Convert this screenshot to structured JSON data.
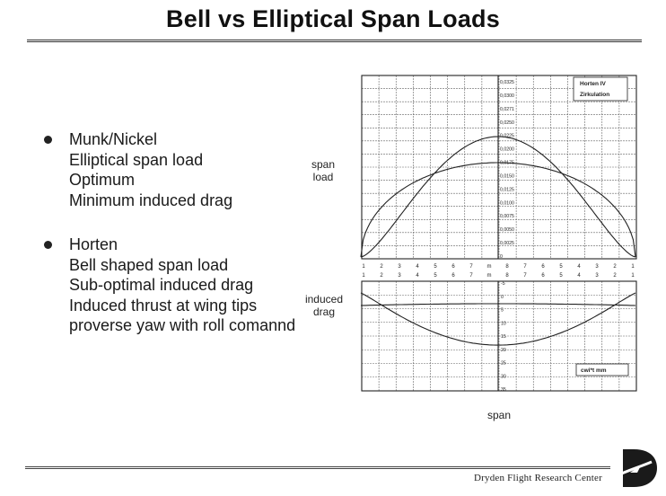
{
  "title": "Bell vs Elliptical Span Loads",
  "bullets": [
    {
      "lines": [
        "Munk/Nickel",
        "Elliptical span load",
        "Optimum",
        "Minimum induced drag"
      ]
    },
    {
      "lines": [
        "Horten",
        "Bell shaped span load",
        "Sub-optimal induced drag",
        "Induced thrust at wing tips",
        "proverse yaw with roll comannd"
      ]
    }
  ],
  "labels": {
    "span_load": [
      "span",
      "load"
    ],
    "induced_drag": [
      "induced",
      "drag"
    ],
    "span": "span"
  },
  "figure": {
    "box_lines": [
      "Horten IV",
      "Zirkulation"
    ],
    "unit_label": "cwi*t  mm",
    "upper_ticks": [
      "0,0325",
      "0,0300",
      "0,0271",
      "0,0250",
      "0,0225",
      "0,0200",
      "0,0175",
      "0,0150",
      "0,0125",
      "0,0100",
      "0,0075",
      "0,0050",
      "0,0025",
      "0"
    ],
    "station_labels_top": [
      "1",
      "2",
      "3",
      "4",
      "5",
      "6",
      "7",
      "m",
      "8",
      "7",
      "6",
      "5",
      "4",
      "3",
      "2",
      "1"
    ],
    "station_labels_bottom": [
      "1",
      "2",
      "3",
      "4",
      "5",
      "6",
      "7",
      "m",
      "8",
      "7",
      "6",
      "5",
      "4",
      "3",
      "2",
      "1"
    ],
    "lower_ticks": [
      "-5",
      "0",
      "5",
      "10",
      "15",
      "20",
      "25",
      "30",
      "35"
    ]
  },
  "footer": "Dryden Flight Research Center",
  "colors": {
    "ink": "#222222",
    "grid": "#555555",
    "background": "#ffffff"
  }
}
